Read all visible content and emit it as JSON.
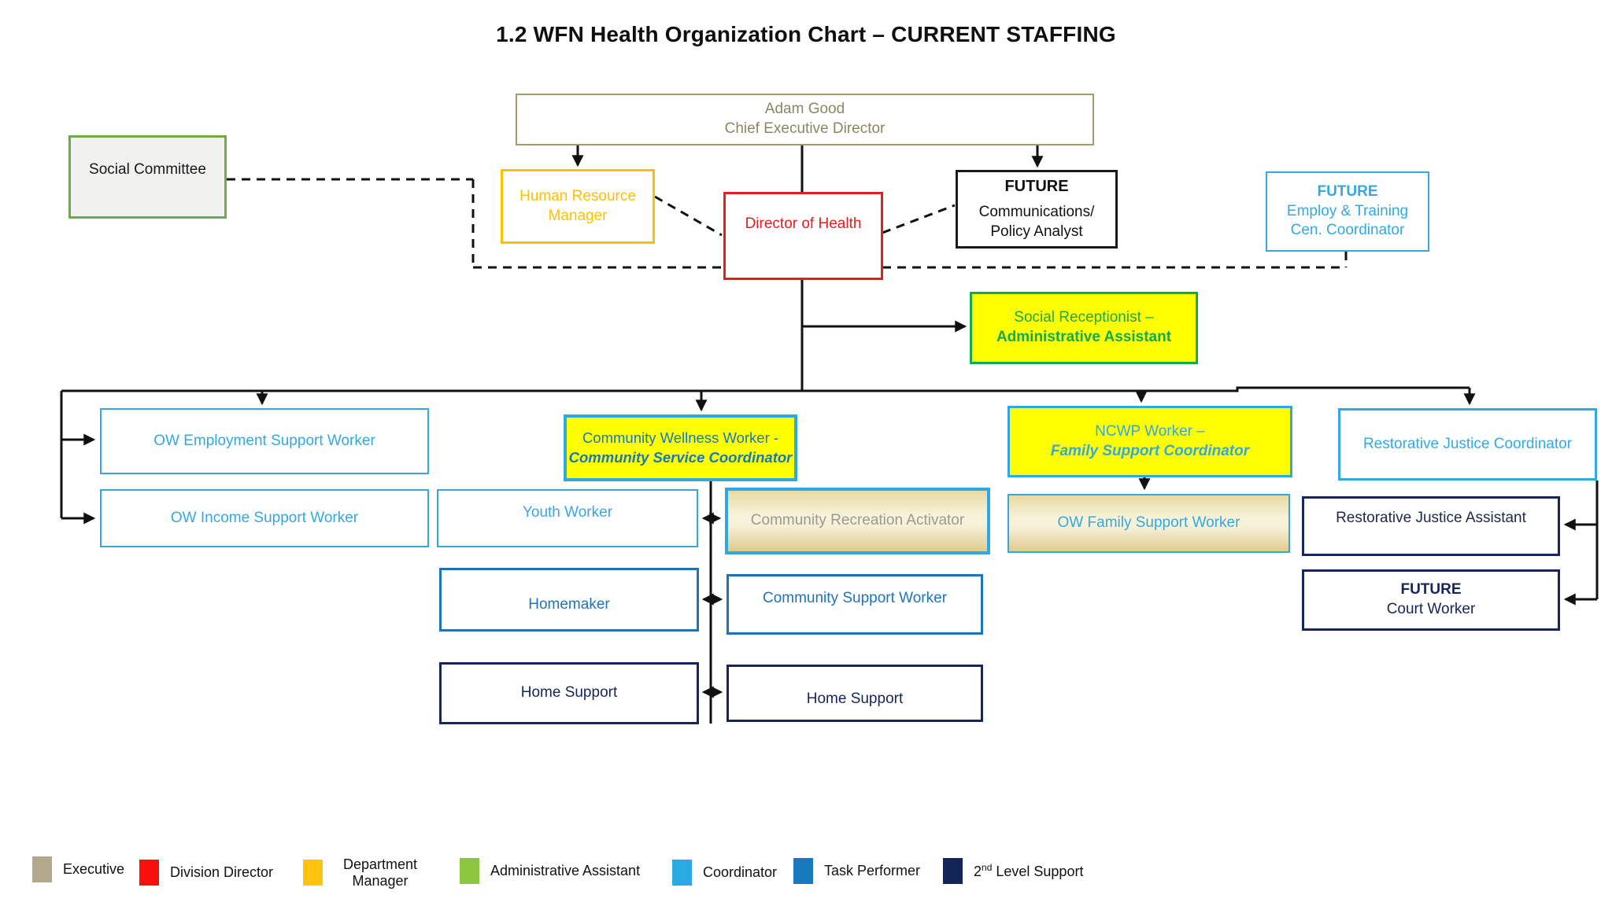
{
  "title": "1.2 WFN Health Organization Chart – CURRENT STAFFING",
  "nodes": {
    "adam_good": {
      "line1": "Adam Good",
      "line2": "Chief Executive Director"
    },
    "social_committee": {
      "label": "Social Committee"
    },
    "hr_manager": {
      "line1": "Human Resource",
      "line2": "Manager"
    },
    "director_health": {
      "label": "Director of Health"
    },
    "future_comms": {
      "tag": "FUTURE",
      "line1": "Communications/",
      "line2": "Policy Analyst"
    },
    "future_employ": {
      "tag": "FUTURE",
      "line1": "Employ & Training",
      "line2": "Cen. Coordinator"
    },
    "social_receptionist": {
      "line1": "Social Receptionist –",
      "line2": "Administrative Assistant"
    },
    "ow_employment": {
      "label": "OW Employment Support Worker"
    },
    "ow_income": {
      "label": "OW Income Support Worker"
    },
    "youth_worker": {
      "label": "Youth Worker"
    },
    "community_wellness": {
      "line1": "Community Wellness Worker -",
      "line2": "Community Service Coordinator"
    },
    "community_recreation": {
      "label": "Community Recreation Activator"
    },
    "ncwp": {
      "line1": "NCWP Worker –",
      "line2": "Family Support Coordinator"
    },
    "ow_family": {
      "label": "OW Family Support Worker"
    },
    "rj_coordinator": {
      "label": "Restorative Justice Coordinator"
    },
    "rj_assistant": {
      "label": "Restorative Justice Assistant"
    },
    "court_worker": {
      "tag": "FUTURE",
      "label": "Court Worker"
    },
    "homemaker": {
      "label": "Homemaker"
    },
    "community_support": {
      "label": "Community Support Worker"
    },
    "home_support_left": {
      "label": "Home Support"
    },
    "home_support_right": {
      "label": "Home Support"
    }
  },
  "legend": {
    "items": [
      {
        "label": "Executive",
        "color": "#B2A98D"
      },
      {
        "label": "Division Director",
        "color": "#FA0F0C"
      },
      {
        "label": "Department Manager",
        "color": "#FFC40B"
      },
      {
        "label": "Administrative Assistant",
        "color": "#8CC63F"
      },
      {
        "label": "Coordinator",
        "color": "#29ABE2"
      },
      {
        "label": "Task Performer",
        "color": "#1779BE"
      },
      {
        "label": "2nd Level Support",
        "color": "#132457",
        "label_prefix": "2",
        "label_sup": "nd",
        "label_rest": " Level Support"
      }
    ]
  },
  "palette": {
    "executive_tan": "#A39A6E",
    "division_red": "#E21E1E",
    "manager_gold": "#FFC000",
    "committee_green": "#6FAC47",
    "receptionist_green": "#17A94F",
    "coordinator_cyan": "#35A8DF",
    "wellness_text_teal": "#1779B8",
    "task_blue": "#1F74B8",
    "support_navy": "#16255C",
    "highlight_yellow": "#FFFF00",
    "connector_black": "#111111"
  }
}
